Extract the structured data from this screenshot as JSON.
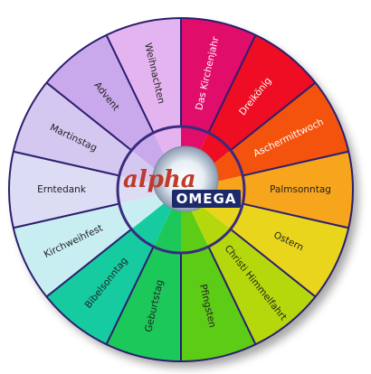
{
  "logo": {
    "alpha": "alpha",
    "omega": "OMEGA"
  },
  "segments": [
    {
      "label": "Das Kirchenjahr",
      "color": "#e0106a",
      "light": true
    },
    {
      "label": "Dreikönig",
      "color": "#ee0a22",
      "light": true
    },
    {
      "label": "Aschermittwoch",
      "color": "#f4520a",
      "light": true
    },
    {
      "label": "Palmsonntag",
      "color": "#f7a51a",
      "light": false
    },
    {
      "label": "Ostern",
      "color": "#e9d51a",
      "light": false
    },
    {
      "label": "Christi Himmelfahrt",
      "color": "#b5d80e",
      "light": false
    },
    {
      "label": "Pfingsten",
      "color": "#5ccc14",
      "light": false
    },
    {
      "label": "Geburtstag",
      "color": "#1ec85a",
      "light": false
    },
    {
      "label": "Bibelsonntag",
      "color": "#14cba0",
      "light": false
    },
    {
      "label": "Kirchweihfest",
      "color": "#c8eef2",
      "light": false
    },
    {
      "label": "Erntedank",
      "color": "#dcdcf4",
      "light": false
    },
    {
      "label": "Martinstag",
      "color": "#d4c8f0",
      "light": false
    },
    {
      "label": "Advent",
      "color": "#caa8ec",
      "light": false
    },
    {
      "label": "Weihnachten",
      "color": "#e4b4f0",
      "light": false
    }
  ],
  "colors": {
    "border": "#2c1e6e",
    "hub_ring": "#3a2a80",
    "omega_box": "#1c2a6a"
  }
}
